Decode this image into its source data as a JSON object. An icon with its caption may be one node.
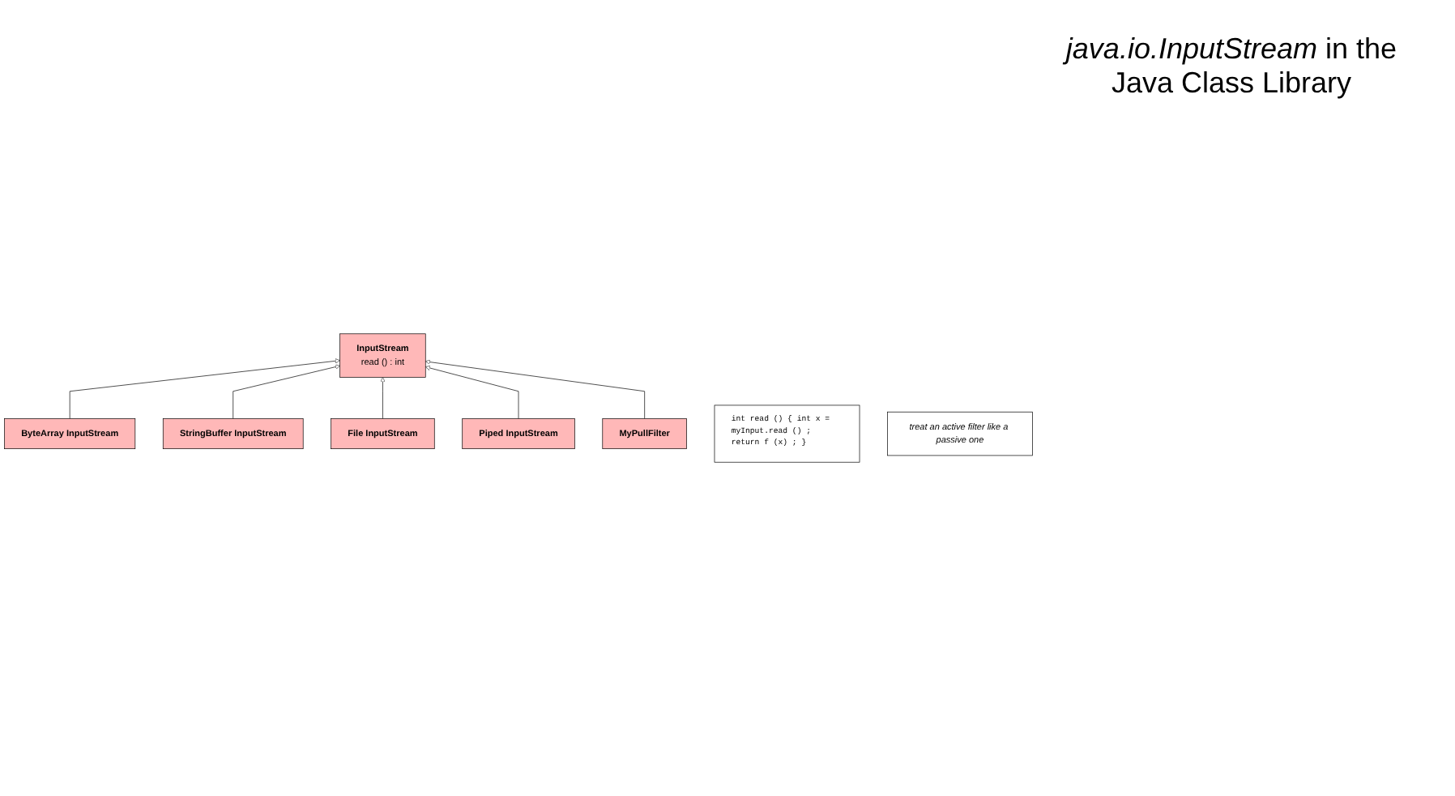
{
  "diagram": {
    "nodes": [
      {
        "text": [
          "InputStream",
          "read () : int"
        ]
      },
      {
        "text": [
          "ByteArray InputStream"
        ]
      },
      {
        "text": [
          "StringBuffer InputStream"
        ]
      },
      {
        "text": [
          "File InputStream"
        ]
      },
      {
        "text": [
          "Piped InputStream"
        ]
      },
      {
        "text": [
          "MyPullFilter"
        ]
      },
      {
        "text": [
          "int read () { int x = myInput.read () ; return f (x) ; }"
        ]
      },
      {
        "text": [
          "treat an active filter like a passive one"
        ]
      }
    ],
    "edges": [
      {
        "from": 1,
        "to": 0,
        "arrow": "to"
      },
      {
        "from": 2,
        "to": 0,
        "arrow": "to"
      },
      {
        "from": 3,
        "to": 0,
        "arrow": "to"
      },
      {
        "from": 4,
        "to": 0,
        "arrow": "to"
      },
      {
        "from": 5,
        "to": 0,
        "arrow": "to"
      }
    ],
    "labels": [
      "*java.io.InputStream* in the Java Class Library"
    ]
  }
}
